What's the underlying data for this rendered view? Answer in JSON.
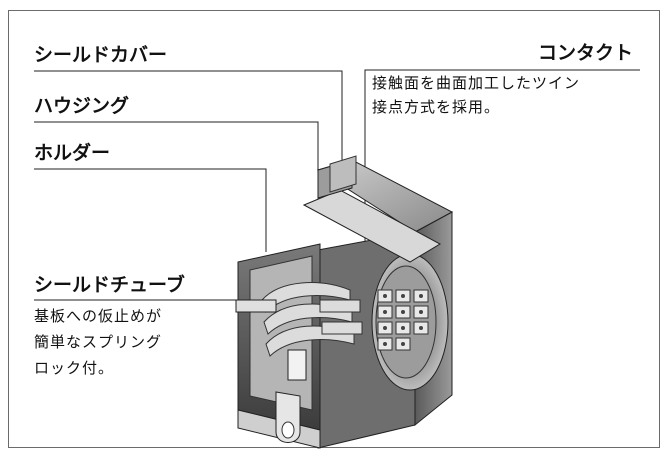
{
  "labels": {
    "shield_cover": "シールドカバー",
    "housing": "ハウジング",
    "holder": "ホルダー",
    "shield_tube": "シールドチューブ",
    "contact": "コンタクト"
  },
  "descriptions": {
    "contact_line1": "接触面を曲面加工したツイン",
    "contact_line2": "接点方式を採用。",
    "shield_tube_line1": "基板への仮止めが",
    "shield_tube_line2": "簡単なスプリング",
    "shield_tube_line3": "ロック付。"
  }
}
